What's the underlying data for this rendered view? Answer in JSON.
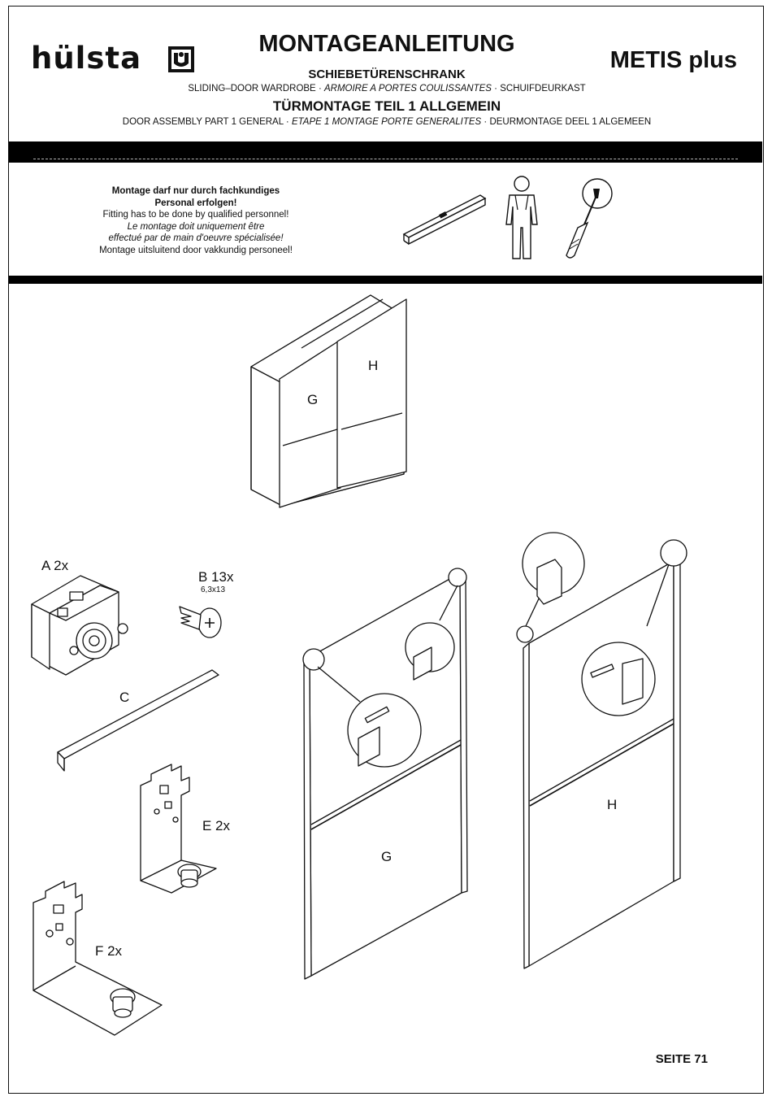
{
  "header": {
    "brand": "hülsta",
    "title": "MONTAGEANLEITUNG",
    "subtitle": "SCHIEBETÜRENSCHRANK",
    "subtitle_line_1": "SLIDING–DOOR WARDROBE",
    "subtitle_line_2": "ARMOIRE A PORTES COULISSANTES",
    "subtitle_line_3": "SCHUIFDEURKAST",
    "section_title": "TÜRMONTAGE TEIL 1 ALLGEMEIN",
    "section_line_1": "DOOR ASSEMBLY PART 1 GENERAL",
    "section_line_2": "ETAPE 1 MONTAGE PORTE GENERALITES",
    "section_line_3": "DEURMONTAGE DEEL 1 ALGEMEEN",
    "product": "METIS plus",
    "separator": "·"
  },
  "notice": {
    "line_1": "Montage darf nur durch fachkundiges",
    "line_2": "Personal erfolgen!",
    "line_3": "Fitting has to be done by qualified personnel!",
    "line_4": "Le montage doit uniquement être",
    "line_5": "effectué par de main d'oeuvre spécialisée!",
    "line_6": "Montage uitsluitend door vakkundig personeel!"
  },
  "tools": [
    "spirit-level-icon",
    "worker-icon",
    "screwdriver-icon"
  ],
  "parts": {
    "A": "A 2x",
    "B": "B 13x",
    "B_size": "6,3x13",
    "C": "C",
    "E": "E 2x",
    "F": "F 2x"
  },
  "doors": {
    "left": "G",
    "right": "H",
    "wardrobe_left": "G",
    "wardrobe_right": "H"
  },
  "footer": {
    "page": "SEITE 71"
  }
}
